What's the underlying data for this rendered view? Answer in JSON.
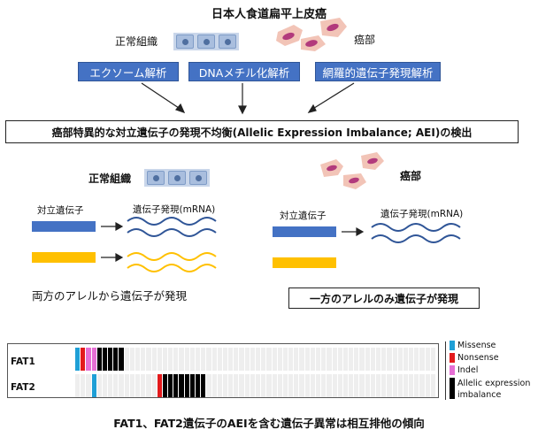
{
  "title": "日本人食道扁平上皮癌",
  "top": {
    "normal_label": "正常組織",
    "cancer_label": "癌部",
    "analyses": [
      "エクソーム解析",
      "DNAメチル化解析",
      "網羅的遺伝子発現解析"
    ],
    "detection_box": "癌部特異的な対立遺伝子の発現不均衡(Allelic Expression Imbalance; AEI)の検出"
  },
  "normal_panel": {
    "title": "正常組織",
    "allele_label": "対立遺伝子",
    "expr_label": "遺伝子発現(mRNA)",
    "caption": "両方のアレルから遺伝子が発現"
  },
  "cancer_panel": {
    "title": "癌部",
    "allele_label": "対立遺伝子",
    "expr_label": "遺伝子発現(mRNA)",
    "caption": "一方のアレルのみ遺伝子が発現"
  },
  "colors": {
    "allele_blue": "#4472c4",
    "allele_yellow": "#ffc000",
    "missense": "#1f9fd6",
    "nonsense": "#e31a1c",
    "indel": "#e66ed4",
    "aei": "#000000",
    "empty_cell": "#eeeeee"
  },
  "oncoprint": {
    "rows": [
      {
        "gene": "FAT1",
        "cells": [
          "missense",
          "nonsense",
          "indel",
          "indel",
          "aei",
          "aei",
          "aei",
          "aei",
          "aei"
        ]
      },
      {
        "gene": "FAT2",
        "cells": [
          "",
          "",
          "",
          "missense",
          "",
          "",
          "",
          "",
          "",
          "",
          "",
          "",
          "",
          "",
          "",
          "nonsense",
          "aei",
          "aei",
          "aei",
          "aei",
          "aei",
          "aei",
          "aei",
          "aei"
        ]
      }
    ],
    "total_columns": 66,
    "legend": [
      {
        "key": "missense",
        "label": "Missense"
      },
      {
        "key": "nonsense",
        "label": "Nonsense"
      },
      {
        "key": "indel",
        "label": "Indel"
      },
      {
        "key": "aei",
        "label": "Allelic expression imbalance"
      }
    ]
  },
  "bottom_caption": "FAT1、FAT2遺伝子のAEIを含む遺伝子異常は相互排他の傾向"
}
